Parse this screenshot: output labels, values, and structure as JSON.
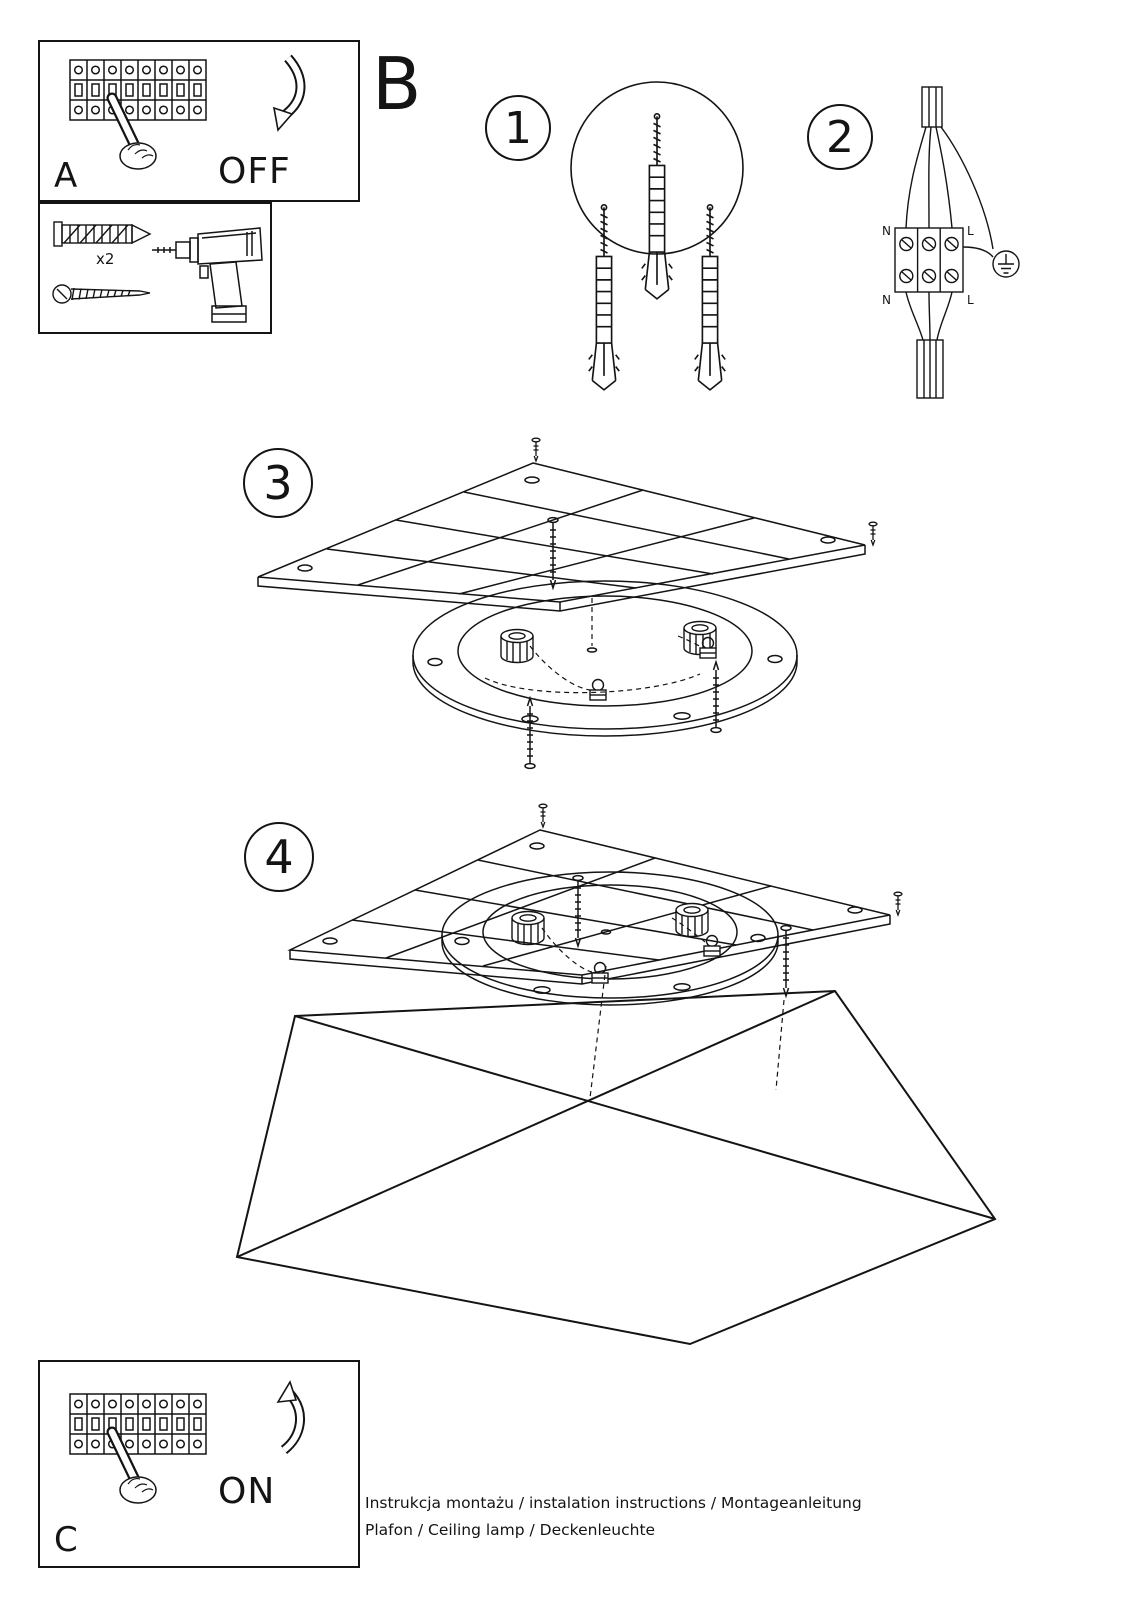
{
  "panel_a": {
    "label": "A",
    "state": "OFF"
  },
  "panel_c": {
    "label": "C",
    "state": "ON"
  },
  "tools": {
    "quantity": "x2"
  },
  "section": {
    "label": "B"
  },
  "steps": {
    "one": "1",
    "two": "2",
    "three": "3",
    "four": "4"
  },
  "wiring": {
    "top_left": "N",
    "top_right": "L",
    "bottom_left": "N",
    "bottom_right": "L"
  },
  "footer": {
    "line1": "Instrukcja montażu / instalation instructions / Montageanleitung",
    "line2": "Plafon / Ceiling lamp / Deckenleuchte"
  }
}
